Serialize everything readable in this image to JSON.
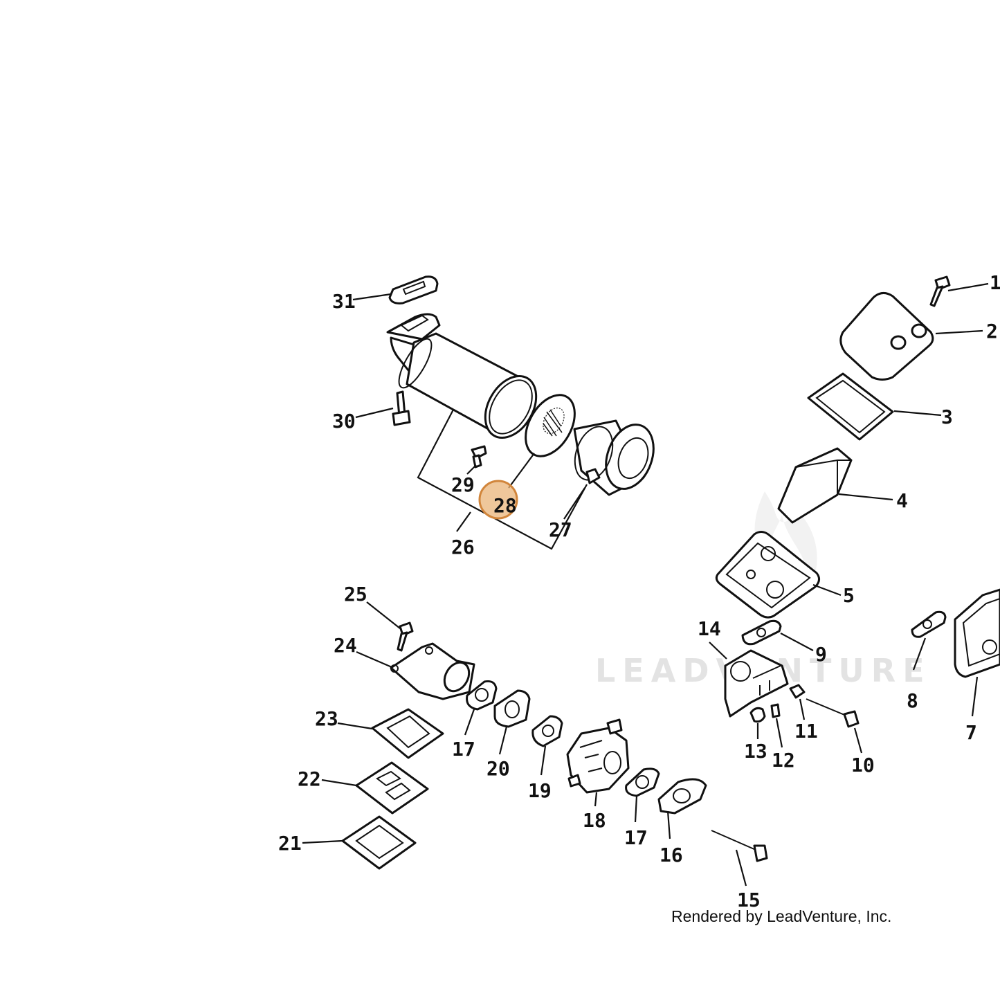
{
  "watermark": "LEADVENTURE",
  "credit": "Rendered by LeadVenture, Inc.",
  "highlight_color": "#e9b47a",
  "highlighted_part": "28",
  "parts": [
    "1",
    "2",
    "3",
    "4",
    "5",
    "7",
    "8",
    "9",
    "10",
    "11",
    "12",
    "13",
    "14",
    "15",
    "16",
    "17",
    "17",
    "18",
    "19",
    "20",
    "21",
    "22",
    "23",
    "24",
    "25",
    "26",
    "27",
    "28",
    "29",
    "30",
    "31"
  ]
}
